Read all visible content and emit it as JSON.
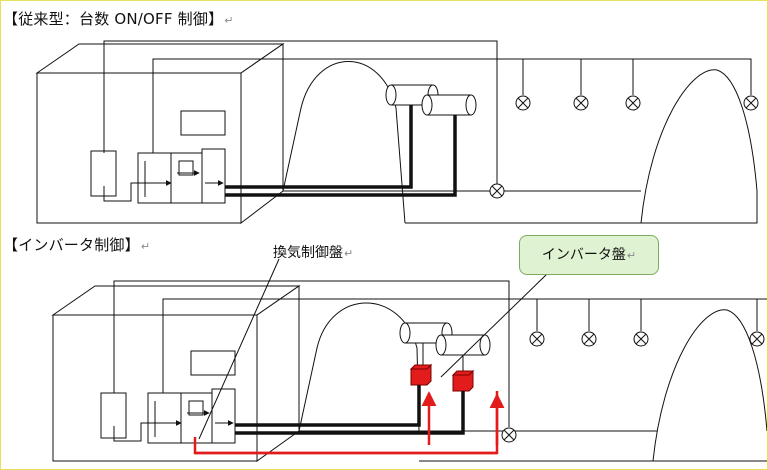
{
  "diagram": {
    "top_title": "【従来型：台数 ON/OFF 制御】",
    "bottom_title": "【インバータ制御】",
    "control_panel_label": "換気制御盤",
    "inverter_panel_label": "インバータ盤",
    "return_mark": "↵",
    "colors": {
      "line": "#111111",
      "inverter": "#e21b1b",
      "callout_fill": "#dff3d2",
      "callout_border": "#7faa62",
      "page_border": "#e6e15a"
    },
    "icons": [
      "lamp-icon",
      "fan-icon",
      "cabinet-icon",
      "inverter-box-icon"
    ]
  }
}
